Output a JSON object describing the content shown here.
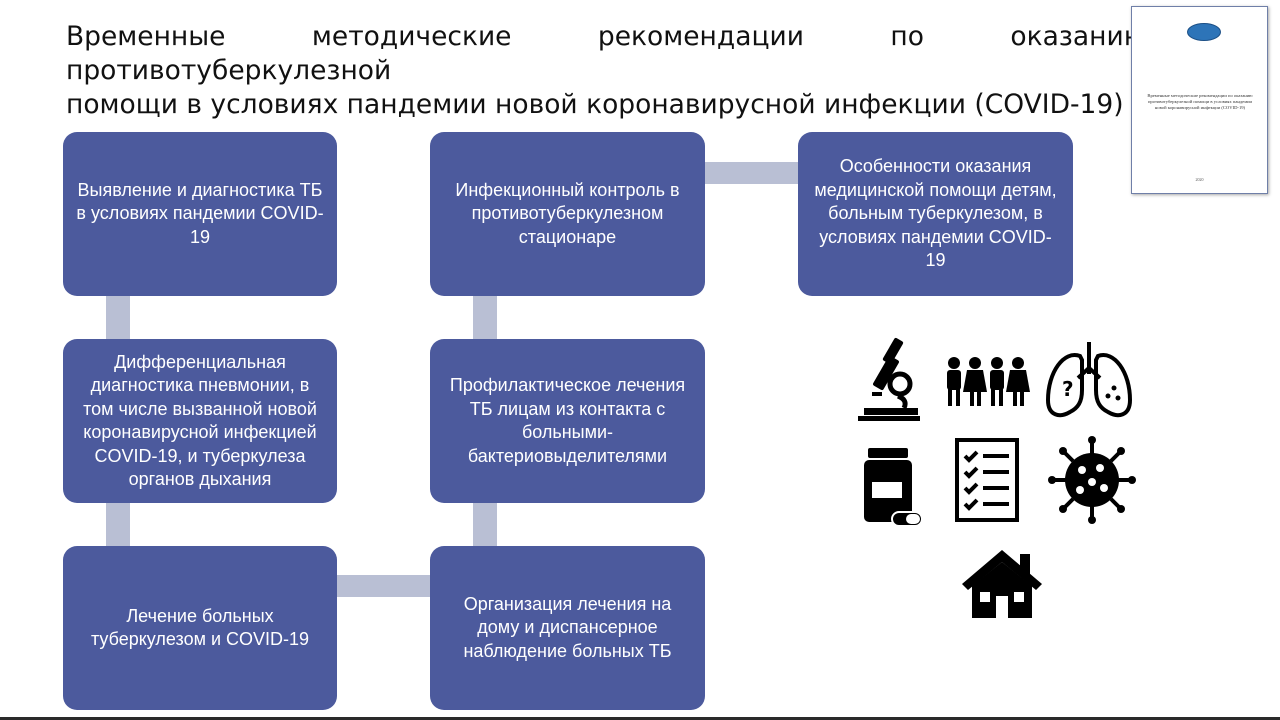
{
  "slide": {
    "title_line1": "Временные методические рекомендации по оказанию противотуберкулезной",
    "title_line2": "помощи в условиях пандемии новой  коронавирусной инфекции (COVID-19)"
  },
  "boxes": {
    "detection": "Выявление и диагностика ТБ в условиях пандемии COVID-19",
    "differential": "Дифференциальная диагностика пневмонии, в том числе вызванной новой коронавирусной инфекцией COVID-19, и туберкулеза органов дыхания",
    "treatment": "Лечение больных туберкулезом и COVID-19",
    "infection_control": "Инфекционный контроль в противотуберкулезном стационаре",
    "prophylaxis": "Профилактическое лечения ТБ лицам из контакта с больными-бактериовыделителями",
    "home_treatment": "Организация лечения на дому и диспансерное наблюдение больных ТБ",
    "children": "Особенности оказания медицинской помощи детям, больным туберкулезом, в условиях пандемии COVID-19"
  },
  "document_thumbnail": {
    "text": "Временные методические рекомендации по оказанию противотуберкулезной помощи в условиях пандемии новой коронавирусной инфекции (COVID-19)",
    "year": "2020"
  },
  "icons": [
    "microscope-icon",
    "people-icon",
    "lungs-icon",
    "medicine-bottle-icon",
    "checklist-icon",
    "virus-icon",
    "house-icon"
  ]
}
